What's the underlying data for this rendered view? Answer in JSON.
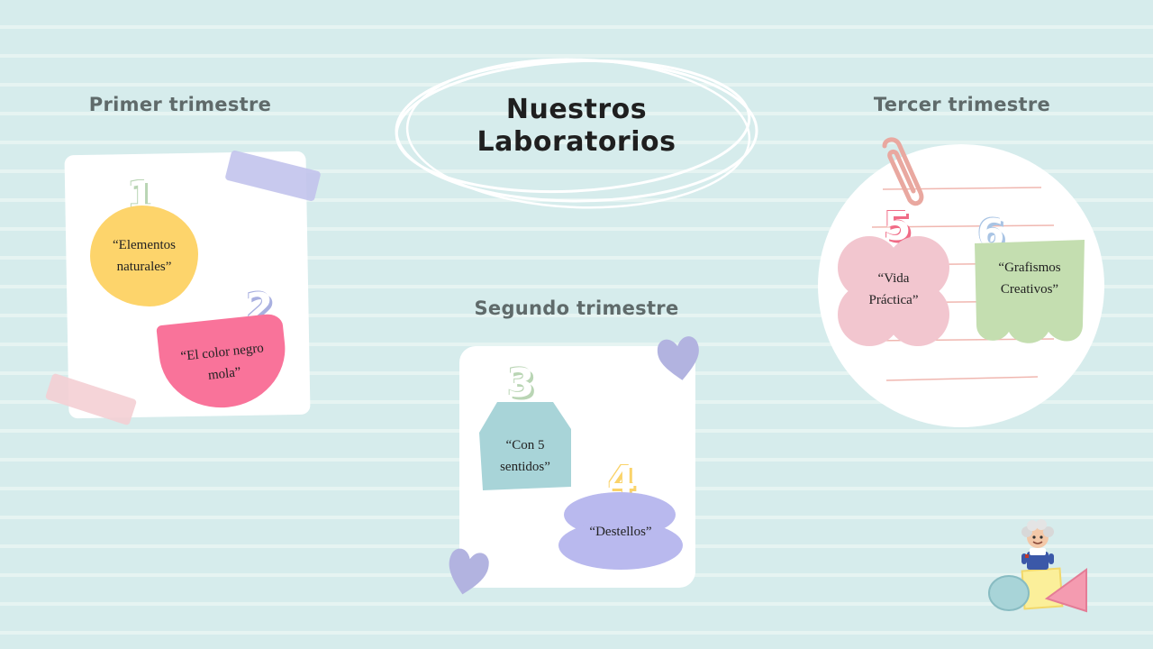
{
  "title": {
    "line1": "Nuestros",
    "line2": "Laboratorios"
  },
  "terms": {
    "first": "Primer trimestre",
    "second": "Segundo trimestre",
    "third": "Tercer trimestre"
  },
  "labs": [
    {
      "number": "1",
      "line1": "“Elementos",
      "line2": "naturales”",
      "color": "#fdd46b",
      "num_shadow": "#b9d5b4"
    },
    {
      "number": "2",
      "line1": "“El color negro",
      "line2": "mola”",
      "color": "#f9739a",
      "num_shadow": "#a9b0e0"
    },
    {
      "number": "3",
      "line1": "“Con 5",
      "line2": "sentidos”",
      "color": "#a8d4d8",
      "num_shadow": "#b9d5b4"
    },
    {
      "number": "4",
      "line1": "“Destellos”",
      "line2": "",
      "color": "#b9b9ee",
      "num_shadow": "#fad36a"
    },
    {
      "number": "5",
      "line1": "“Vida",
      "line2": "Práctica”",
      "color": "#f2c6cf",
      "num_shadow": "#f06b86"
    },
    {
      "number": "6",
      "line1": "“Grafismos",
      "line2": "Creativos”",
      "color": "#c4deb0",
      "num_shadow": "#a9c4e4"
    }
  ],
  "colors": {
    "background": "#d6ecec",
    "heading": "#5f6a6a",
    "tape_purple": "#c2c3ec",
    "tape_pink": "#f4cfd4",
    "heart": "#b2b3e0",
    "paperclip": "#e9a8a0"
  },
  "decorations": [
    "scribble-circle",
    "paperclip",
    "heart",
    "tape",
    "cartoon-character",
    "shapes"
  ]
}
